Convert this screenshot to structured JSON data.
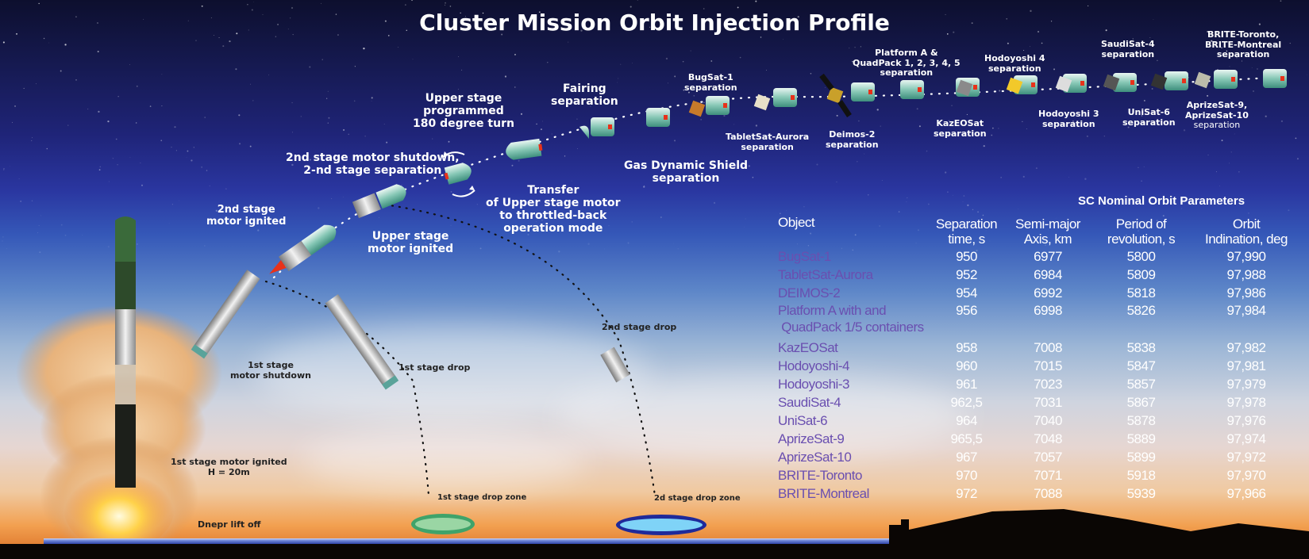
{
  "title": "Cluster Mission Orbit Injection Profile",
  "colors": {
    "label_text": "#ffffff",
    "ground_label_text": "#222222",
    "object_name_text": "#6a4fb0",
    "first_drop_zone_fill": "#9ad6a4",
    "first_drop_zone_border": "#3fa36a",
    "second_drop_zone_fill": "#7fd3f7",
    "second_drop_zone_border": "#1f2a9a",
    "ground_bar": "#3a50b5"
  },
  "flight_events": {
    "liftoff": "Dnepr lift off",
    "first_stage_ignited": [
      "1st stage motor ignited",
      "H = 20m"
    ],
    "first_stage_shutdown": [
      "1st stage",
      "motor shutdown"
    ],
    "first_stage_drop": "1st stage drop",
    "first_stage_drop_zone": "1st stage drop zone",
    "second_stage_ignited": [
      "2nd stage",
      "motor ignited"
    ],
    "upper_stage_ignited": [
      "Upper stage",
      "motor ignited"
    ],
    "second_stage_shutdown": [
      "2nd stage motor shutdown,",
      "2-nd stage separation"
    ],
    "second_stage_drop": "2nd stage drop",
    "second_stage_drop_zone": "2d stage drop zone",
    "transfer_upper_stage": [
      "Transfer",
      "of Upper stage motor",
      "to throttled-back",
      "operation mode"
    ],
    "upper_stage_turn": [
      "Upper stage",
      "programmed",
      "180 degree turn"
    ],
    "fairing_separation": [
      "Fairing",
      "separation"
    ],
    "gas_dynamic_shield": [
      "Gas Dynamic Shield",
      "separation"
    ]
  },
  "separation_events": [
    {
      "line1": "BugSat-1",
      "line2": "separation"
    },
    {
      "line1": "TabletSat-Aurora",
      "line2": "separation"
    },
    {
      "line1": "Deimos-2",
      "line2": "separation"
    },
    {
      "line1": "Platform A &",
      "line2": "QuadPack 1, 2, 3, 4, 5",
      "line3": "separation"
    },
    {
      "line1": "KazEOSat",
      "line2": "separation"
    },
    {
      "line1": "Hodoyoshi 4",
      "line2": "separation"
    },
    {
      "line1": "Hodoyoshi 3",
      "line2": "separation"
    },
    {
      "line1": "SaudiSat-4",
      "line2": "separation"
    },
    {
      "line1": "UniSat-6",
      "line2": "separation"
    },
    {
      "line1": "AprizeSat-9,",
      "line2": "AprizeSat-10",
      "line3": "separation"
    },
    {
      "line1": "BRITE-Toronto,",
      "line2": "BRITE-Montreal",
      "line3": "separation"
    }
  ],
  "table": {
    "title": "SC Nominal Orbit Parameters",
    "headers": [
      {
        "line1": "Object",
        "line2": ""
      },
      {
        "line1": "Separation",
        "line2": "time, s"
      },
      {
        "line1": "Semi-major",
        "line2": "Axis, km"
      },
      {
        "line1": "Period of",
        "line2": "revolution, s"
      },
      {
        "line1": "Orbit",
        "line2": "Indination, deg"
      }
    ],
    "rows": [
      {
        "object": "BugSat-1",
        "sep_time": "950",
        "semi_major": "6977",
        "period": "5800",
        "inclination": "97,990"
      },
      {
        "object": "TabletSat-Aurora",
        "sep_time": "952",
        "semi_major": "6984",
        "period": "5809",
        "inclination": "97,988"
      },
      {
        "object": "DEIMOS-2",
        "sep_time": "954",
        "semi_major": "6992",
        "period": "5818",
        "inclination": "97,986"
      },
      {
        "object": "Platform A with and",
        "object_line2": " QuadPack 1/5 containers",
        "sep_time": "956",
        "semi_major": "6998",
        "period": "5826",
        "inclination": "97,984"
      },
      {
        "object": "KazEOSat",
        "sep_time": "958",
        "semi_major": "7008",
        "period": "5838",
        "inclination": "97,982"
      },
      {
        "object": "Hodoyoshi-4",
        "sep_time": "960",
        "semi_major": "7015",
        "period": "5847",
        "inclination": "97,981"
      },
      {
        "object": "Hodoyoshi-3",
        "sep_time": "961",
        "semi_major": "7023",
        "period": "5857",
        "inclination": "97,979"
      },
      {
        "object": "SaudiSat-4",
        "sep_time": "962,5",
        "semi_major": "7031",
        "period": "5867",
        "inclination": "97,978"
      },
      {
        "object": "UniSat-6",
        "sep_time": "964",
        "semi_major": "7040",
        "period": "5878",
        "inclination": "97,976"
      },
      {
        "object": "AprizeSat-9",
        "sep_time": "965,5",
        "semi_major": "7048",
        "period": "5889",
        "inclination": "97,974"
      },
      {
        "object": "AprizeSat-10",
        "sep_time": "967",
        "semi_major": "7057",
        "period": "5899",
        "inclination": "97,972"
      },
      {
        "object": "BRITE-Toronto",
        "sep_time": "970",
        "semi_major": "7071",
        "period": "5918",
        "inclination": "97,970"
      },
      {
        "object": "BRITE-Montreal",
        "sep_time": "972",
        "semi_major": "7088",
        "period": "5939",
        "inclination": "97,966"
      }
    ]
  }
}
